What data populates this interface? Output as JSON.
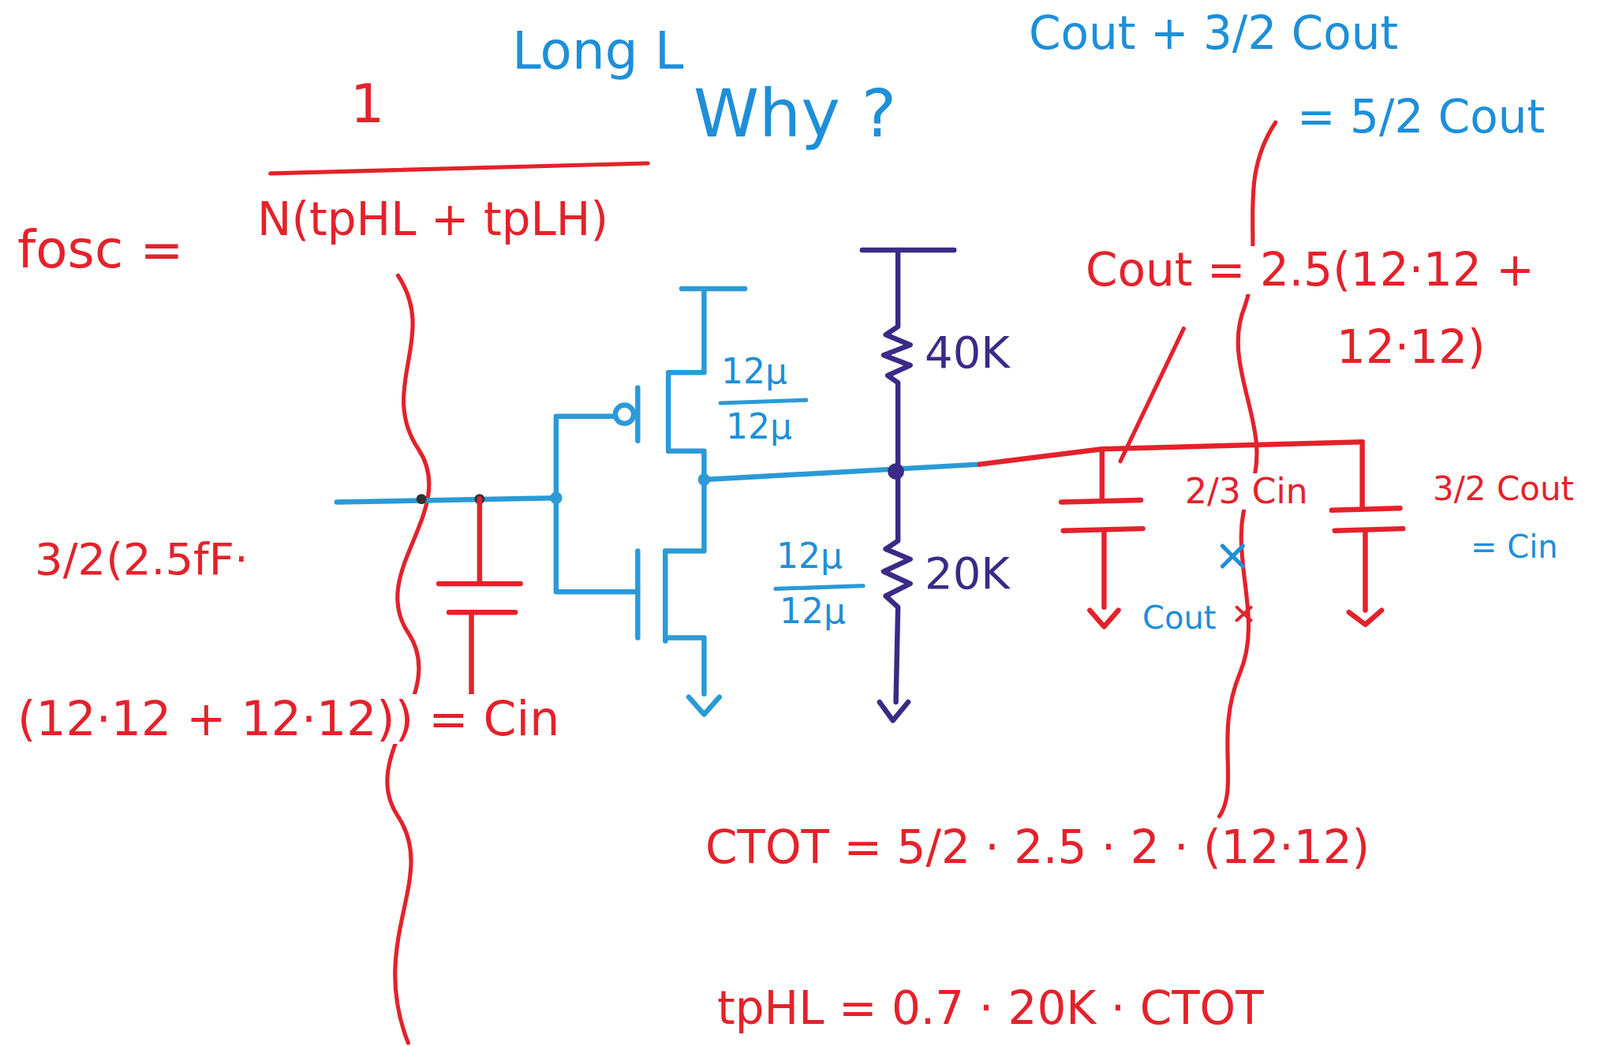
{
  "diagram": {
    "labels": [
      "Long L",
      "Why ?",
      "Cout + 3/2 Cout",
      "= 5/2 Cout",
      "1",
      "fosc =",
      "N(tpHL + tpLH)",
      "Cout = 2.5(12·12 +",
      "12·12)",
      "12μ",
      "12μ",
      "12μ",
      "12μ",
      "40K",
      "20K",
      "2/3 Cin",
      "Cout",
      "3/2 Cout",
      "= Cin",
      "3/2(2.5fF·",
      "(12·12 + 12·12)) = Cin",
      "CTOT = 5/2 · 2.5 · 2 · (12·12)",
      "tpHL = 0.7 · 20K · CTOT"
    ]
  }
}
